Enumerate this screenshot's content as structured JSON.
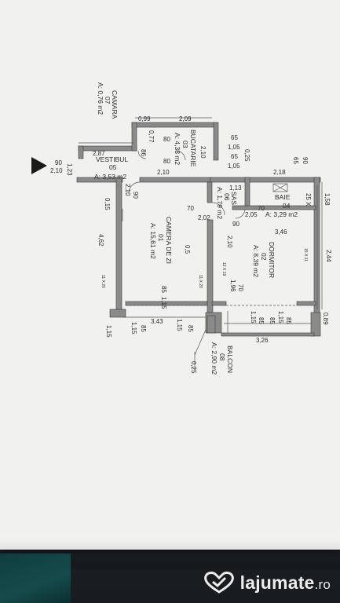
{
  "rooms": {
    "camara": {
      "name": "CAMARA",
      "num": "07",
      "area": "A: 0,76 m2"
    },
    "bucatarie": {
      "name": "BUCATARIE",
      "num": "03",
      "area": "A: 4,38 m2"
    },
    "vestibul": {
      "name": "VESTIBUL",
      "num": "05",
      "area": "A: 3,53 m2"
    },
    "sas": {
      "name": "SAS",
      "num": "06",
      "area": "A: 1,79 m2"
    },
    "baie": {
      "name": "BAIE",
      "num": "04",
      "area": "A: 3,29 m2"
    },
    "camera": {
      "name": "CAMERA DE ZI",
      "num": "01",
      "area": "A: 15,61 m2"
    },
    "dormitor": {
      "name": "DORMITOR",
      "num": "02",
      "area": "A: 8,39 m2"
    },
    "balcon": {
      "name": "BALCON",
      "num": "08",
      "area": "A: 2,90 m2"
    }
  },
  "dimensions": {
    "d_099": "0,99",
    "d_209": "2,09",
    "d_90": "90",
    "d_210_left": "2,10",
    "d_123": "1,23",
    "d_287": "2,87",
    "d_077": "0,77",
    "d_80_a": "80",
    "d_80_b": "80",
    "d_86": "86",
    "d_90_c": "90",
    "d_210_k": "2,10",
    "d_210_v": "2,10",
    "d_65_a": "65",
    "d_105_a": "1,05",
    "d_065": "65",
    "d_025_top": "0,25",
    "d_105_b": "1,05",
    "d_90_r": "90",
    "d_65_r": "65",
    "d_218": "2,18",
    "d_113": "1,13",
    "d_70_a": "70",
    "d_70_b": "70",
    "d_25x": "25 X",
    "d_158": "1,58",
    "d_202": "2,02",
    "d_210_s": "2,10",
    "d_205": "2,05",
    "d_015": "0,15",
    "d_90_s": "90",
    "d_346": "3,46",
    "d_462": "4,62",
    "d_05": "0,5",
    "d_15x11": "15 X 11",
    "d_244": "2,44",
    "d_12x19": "12 X 19",
    "d_70_c": "70",
    "d_196": "1,96",
    "d_11x20_a": "11 X 20",
    "d_11x20_b": "11 X 20",
    "d_85_a": "85",
    "d_115_a": "1,15",
    "d_85_b": "85",
    "d_115_b": "1,15",
    "d_115_c": "1,15",
    "d_85_c": "85",
    "d_85_d": "85",
    "d_089": "0,89",
    "d_343": "3,43",
    "d_115_d": "1,15",
    "d_85_e": "85",
    "d_326": "3,26",
    "d_115_e": "1,15",
    "d_85_f": "85",
    "d_115_f": "1,15",
    "d_025_bot": "0,25"
  },
  "watermark": {
    "brand": "lajumate",
    "tld": ".ro"
  },
  "colors": {
    "paper": "#f1f1ef",
    "wall": "#6f6f6f",
    "ink": "#2b2b2b",
    "background": "#1e2326"
  }
}
